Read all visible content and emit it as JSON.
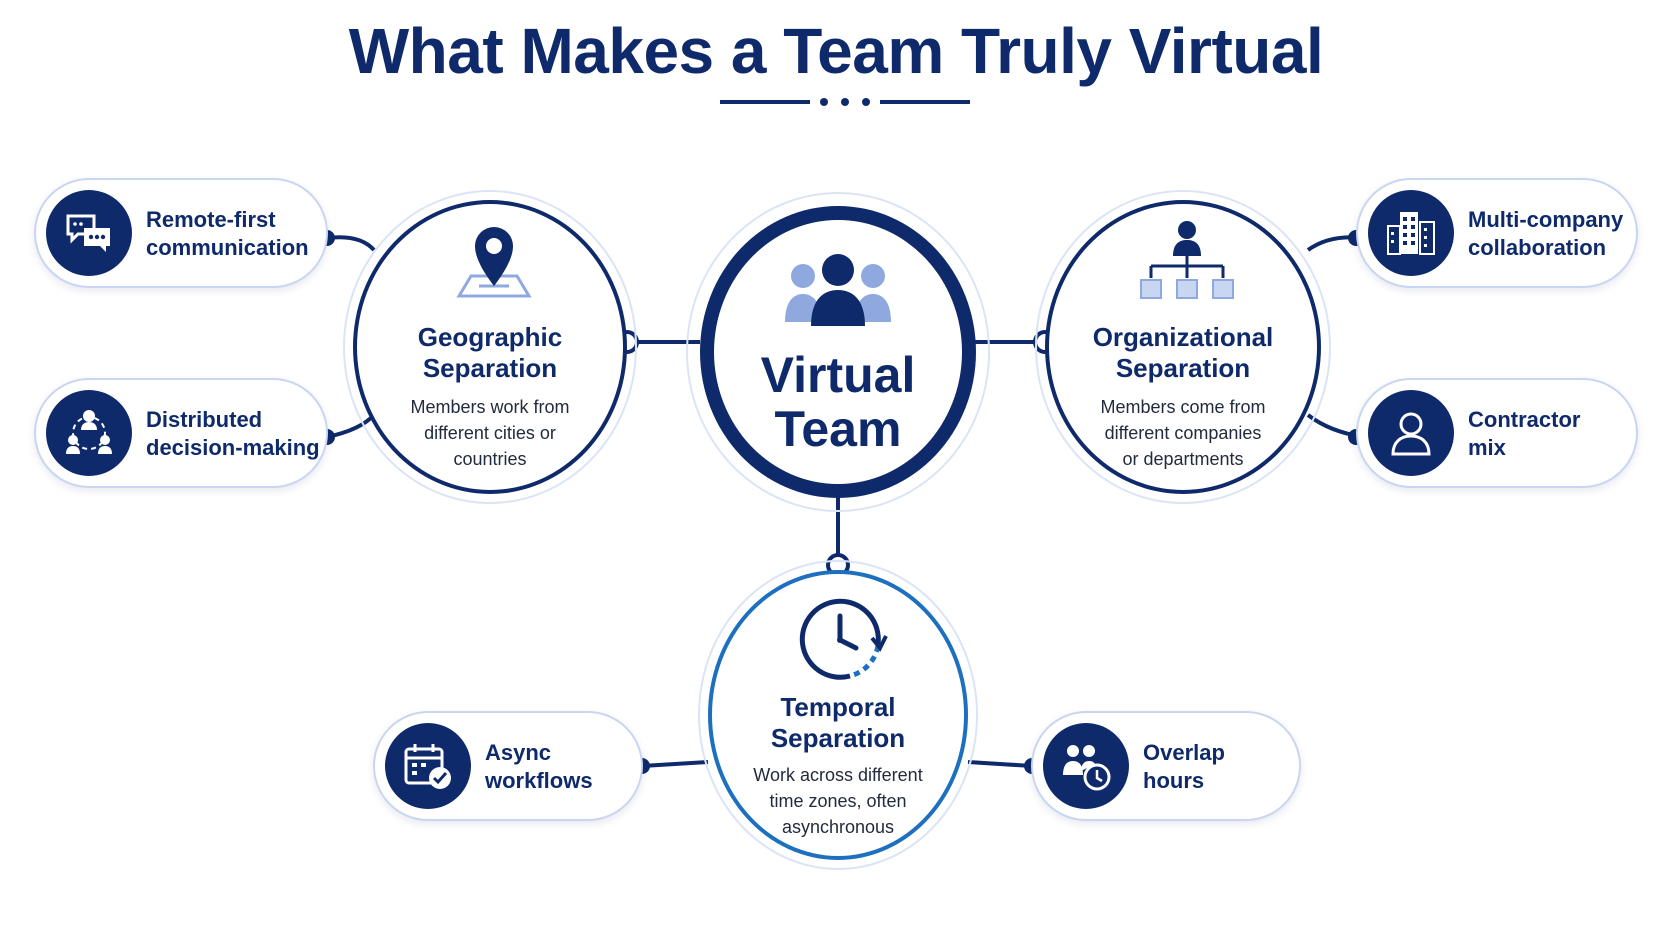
{
  "title": "What Makes a Team Truly Virtual",
  "center": {
    "line1": "Virtual",
    "line2": "Team"
  },
  "geographic": {
    "heading": [
      "Geographic",
      "Separation"
    ],
    "description": [
      "Members work from",
      "different cities or",
      "countries"
    ]
  },
  "organizational": {
    "heading": [
      "Organizational",
      "Separation"
    ],
    "description": [
      "Members come from",
      "different companies",
      "or departments"
    ]
  },
  "temporal": {
    "heading": [
      "Temporal",
      "Separation"
    ],
    "description": [
      "Work across different",
      "time zones, often",
      "asynchronous"
    ]
  },
  "pills": {
    "remote_first": [
      "Remote-first",
      "communication"
    ],
    "distributed": [
      "Distributed",
      "decision-making"
    ],
    "multi_company": [
      "Multi-company",
      "collaboration"
    ],
    "contractor": [
      "Contractor",
      "mix"
    ],
    "async": [
      "Async",
      "workflows"
    ],
    "overlap": [
      "Overlap",
      "hours"
    ]
  },
  "colors": {
    "navy": "#0f2a6b",
    "blue": "#1d6fc0",
    "light_blue": "#8fa9de",
    "pill_border": "#c9d6f1"
  }
}
